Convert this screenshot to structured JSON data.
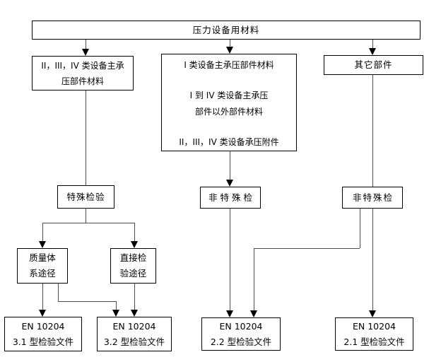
{
  "diagram": {
    "background": "#ffffff",
    "box_border_color": "#000000",
    "connector_color": "#4d4d4d",
    "arrow_color": "#000000"
  },
  "nodes": {
    "root": {
      "lines": [
        "压力设备用材料"
      ]
    },
    "class234": {
      "lines": [
        "II，III，IV 类设备主承",
        "压部件材料"
      ]
    },
    "class1_group": {
      "lines": [
        "I 类设备主承压部件材料",
        "",
        "I 到 IV 类设备主承压",
        "部件以外部件材料",
        "",
        "II，III，IV 类设备承压附件"
      ]
    },
    "other_parts": {
      "lines": [
        "其它部件"
      ]
    },
    "special": {
      "lines": [
        "特殊检验"
      ]
    },
    "nonspecial_mid": {
      "lines": [
        "非特殊检"
      ]
    },
    "nonspecial_right": {
      "lines": [
        "非特殊检"
      ]
    },
    "quality_system": {
      "lines": [
        "质量体",
        "系途径"
      ]
    },
    "direct_inspect": {
      "lines": [
        "直接检",
        "验途径"
      ]
    },
    "en31": {
      "lines": [
        "EN 10204",
        "3.1 型检验文件"
      ]
    },
    "en32": {
      "lines": [
        "EN 10204",
        "3.2 型检验文件"
      ]
    },
    "en22": {
      "lines": [
        "EN 10204",
        "2.2 型检验文件"
      ]
    },
    "en21": {
      "lines": [
        "EN 10204",
        "2.1 型检验文件"
      ]
    }
  },
  "edges": [
    {
      "from": "root",
      "to": "class234",
      "segments": [
        [
          121,
          56,
          121,
          71
        ]
      ],
      "arrows": [
        [
          121,
          79
        ]
      ]
    },
    {
      "from": "root",
      "to": "class1_group",
      "segments": [
        [
          325,
          56,
          325,
          68
        ]
      ],
      "arrows": [
        [
          325,
          76
        ]
      ]
    },
    {
      "from": "root",
      "to": "other_parts",
      "segments": [
        [
          527,
          56,
          527,
          70
        ]
      ],
      "arrows": [
        [
          527,
          78
        ]
      ]
    },
    {
      "from": "class234",
      "to": "special",
      "segments": [
        [
          121,
          128,
          121,
          262
        ]
      ],
      "arrows": []
    },
    {
      "from": "class1_group",
      "to": "nonspecial_mid",
      "segments": [
        [
          325,
          214,
          325,
          256
        ]
      ],
      "arrows": [
        [
          325,
          264
        ]
      ]
    },
    {
      "from": "other_parts",
      "to": "nonspecial_right",
      "segments": [
        [
          527,
          106,
          527,
          264
        ]
      ],
      "arrows": []
    },
    {
      "from": "special",
      "to": "quality_system+direct_inspect",
      "segments": [
        [
          121,
          295,
          121,
          315
        ],
        [
          60,
          315,
          190,
          315
        ],
        [
          60,
          315,
          60,
          343
        ],
        [
          190,
          315,
          190,
          343
        ]
      ],
      "arrows": [
        [
          60,
          351
        ],
        [
          190,
          351
        ]
      ]
    },
    {
      "from": "quality_system",
      "to": "en31",
      "segments": [
        [
          60,
          401,
          60,
          440
        ]
      ],
      "arrows": [
        [
          60,
          448
        ]
      ]
    },
    {
      "from": "quality_system",
      "to": "en32",
      "segments": [
        [
          82,
          401,
          82,
          426
        ],
        [
          82,
          426,
          164,
          426
        ],
        [
          164,
          426,
          164,
          440
        ]
      ],
      "arrows": [
        [
          164,
          448
        ]
      ]
    },
    {
      "from": "direct_inspect",
      "to": "en32",
      "segments": [
        [
          190,
          401,
          190,
          440
        ]
      ],
      "arrows": [
        [
          190,
          448
        ]
      ]
    },
    {
      "from": "nonspecial_mid",
      "to": "en22",
      "segments": [
        [
          325,
          295,
          325,
          441
        ]
      ],
      "arrows": [
        [
          325,
          449
        ]
      ]
    },
    {
      "from": "nonspecial_right",
      "to": "en22",
      "segments": [
        [
          509,
          295,
          509,
          351
        ],
        [
          359,
          351,
          509,
          351
        ],
        [
          359,
          351,
          359,
          441
        ]
      ],
      "arrows": [
        [
          359,
          449
        ]
      ]
    },
    {
      "from": "nonspecial_right",
      "to": "en21",
      "segments": [
        [
          527,
          295,
          527,
          441
        ]
      ],
      "arrows": [
        [
          527,
          449
        ]
      ]
    }
  ]
}
